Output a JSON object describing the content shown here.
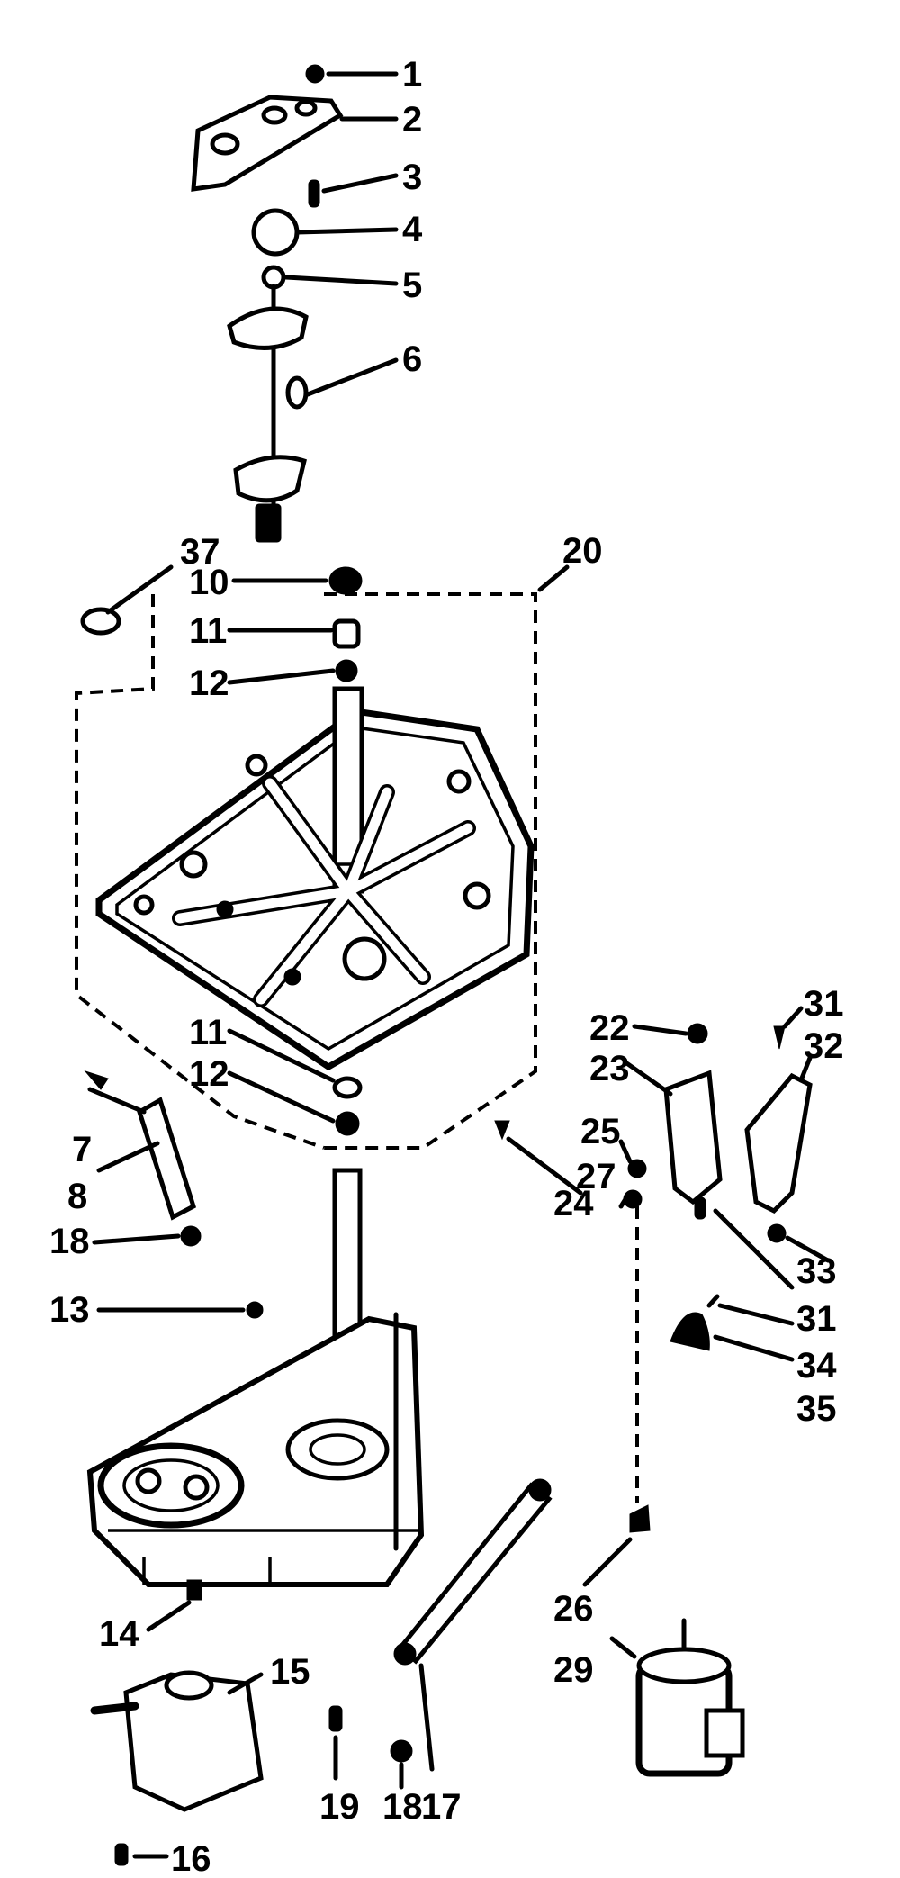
{
  "labels": {
    "p1": "1",
    "p2": "2",
    "p3": "3",
    "p4": "4",
    "p5": "5",
    "p6": "6",
    "p7": "7",
    "p8": "8",
    "p10": "10",
    "p11a": "11",
    "p11b": "11",
    "p12a": "12",
    "p12b": "12",
    "p13": "13",
    "p14": "14",
    "p15": "15",
    "p16": "16",
    "p17": "17",
    "p18a": "18",
    "p18b": "18",
    "p19": "19",
    "p20": "20",
    "p22": "22",
    "p23": "23",
    "p24": "24",
    "p25": "25",
    "p26": "26",
    "p27": "27",
    "p29": "29",
    "p31a": "31",
    "p31b": "31",
    "p32": "32",
    "p33": "33",
    "p34": "34",
    "p35": "35",
    "p37": "37"
  }
}
